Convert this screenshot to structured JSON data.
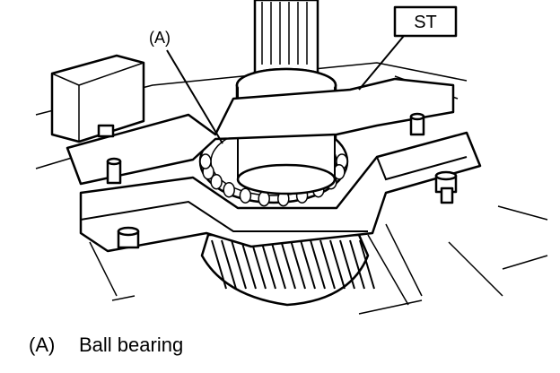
{
  "callouts": {
    "a_label": "(A)",
    "st_label": "ST"
  },
  "legend": {
    "key": "(A)",
    "text": "Ball bearing"
  }
}
